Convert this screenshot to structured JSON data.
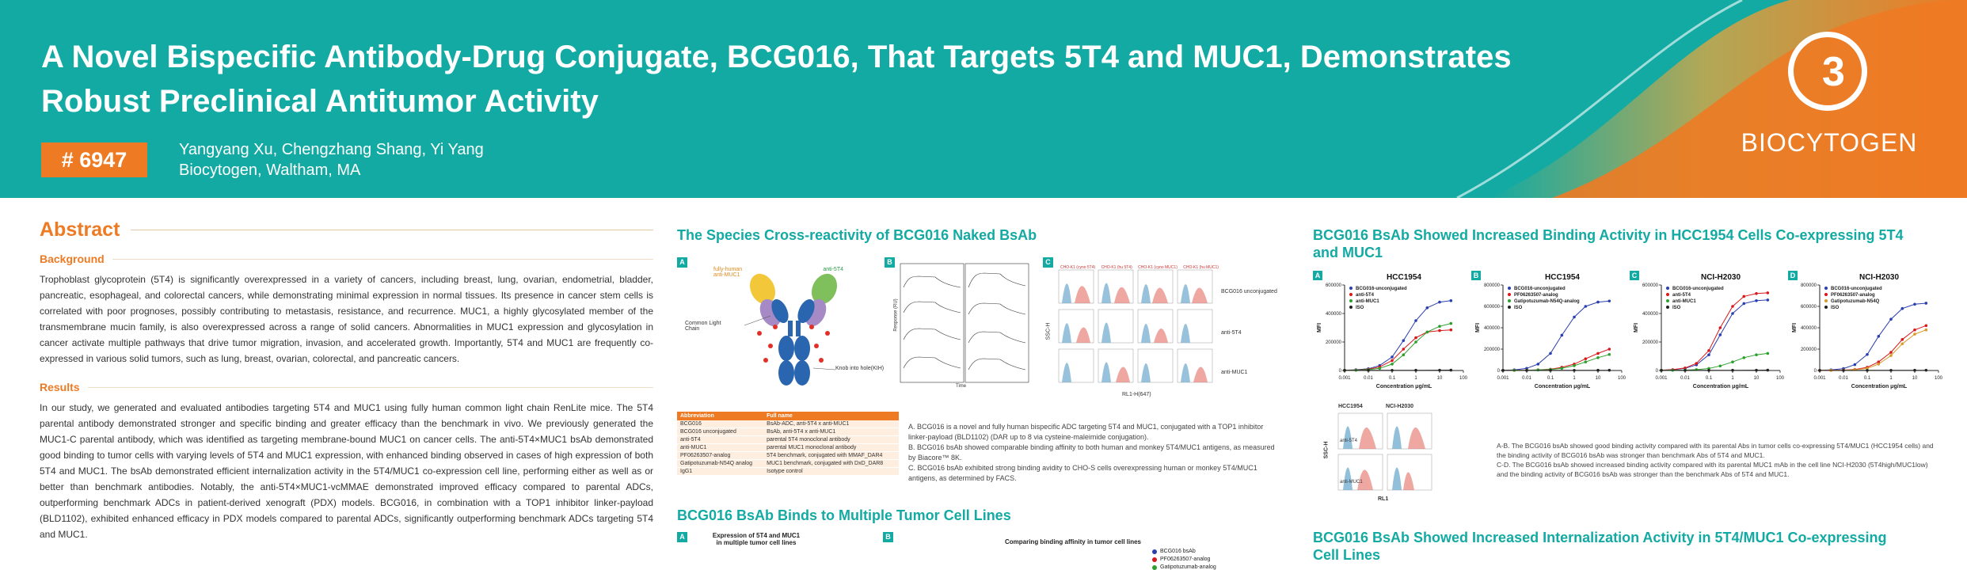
{
  "header": {
    "title_line1": "A Novel Bispecific Antibody-Drug Conjugate, BCG016, That Targets 5T4 and MUC1, Demonstrates",
    "title_line2": "Robust Preclinical Antitumor Activity",
    "badge": "# 6947",
    "authors": "Yangyang Xu, Chengzhang Shang, Yi Yang",
    "affiliation": "Biocytogen, Waltham, MA",
    "logo_text": "BIOCYTOGEN",
    "colors": {
      "teal": "#13aaa3",
      "orange": "#ee7a24"
    }
  },
  "abstract": {
    "heading": "Abstract",
    "background_heading": "Background",
    "background_text": "Trophoblast glycoprotein (5T4) is significantly overexpressed in a variety of cancers, including breast, lung, ovarian, endometrial, bladder, pancreatic, esophageal, and colorectal cancers, while demonstrating minimal expression in normal tissues. Its presence in cancer stem cells is correlated with poor prognoses, possibly contributing to metastasis, resistance, and recurrence. MUC1, a highly glycosylated member of the transmembrane mucin family, is also overexpressed across a range of solid cancers. Abnormalities in MUC1 expression and glycosylation in cancer activate multiple pathways that drive tumor migration, invasion, and accelerated growth. Importantly, 5T4 and MUC1 are frequently co-expressed in various solid tumors, such as lung, breast, ovarian, colorectal, and pancreatic cancers.",
    "results_heading": "Results",
    "results_text": "In our study, we generated and evaluated antibodies targeting 5T4 and MUC1 using fully human common light chain RenLite mice. The 5T4 parental antibody demonstrated stronger and specific binding and greater efficacy than the benchmark in vivo. We previously generated the MUC1-C parental antibody, which was identified as targeting membrane-bound MUC1 on cancer cells. The anti-5T4×MUC1 bsAb demonstrated good binding to tumor cells with varying levels of 5T4 and MUC1 expression, with enhanced binding observed in cases of high expression of both 5T4 and MUC1. The bsAb demonstrated efficient internalization activity in the 5T4/MUC1 co-expression cell line, performing either as well as or better than benchmark antibodies. Notably, the anti-5T4×MUC1-vcMMAE demonstrated improved efficacy compared to parental ADCs, outperforming benchmark ADCs in patient-derived xenograft (PDX) models. BCG016, in combination with a TOP1 inhibitor linker-payload (BLD1102), exhibited enhanced efficacy in PDX models compared to parental ADCs, significantly outperforming benchmark ADCs targeting 5T4 and MUC1."
  },
  "species": {
    "title": "The Species Cross-reactivity of BCG016 Naked BsAb",
    "panel_a": {
      "label": "A",
      "left_arm": "fully-human anti-MUC1",
      "right_arm": "anti-5T4",
      "light_chain": "Common Light Chain",
      "knob": "Knob into hole(KIH)"
    },
    "panel_b": {
      "label": "B",
      "xlabel": "Time",
      "ylabel": "Response (RU)"
    },
    "panel_c": {
      "label": "C",
      "rows": [
        "BCG016 unconjugated",
        "anti-5T4",
        "anti-MUC1"
      ],
      "xlabel": "RL1-H(647)",
      "ylabel": "SSC-H",
      "cols": [
        "CHO-K1 (cyno 5T4)",
        "CHO-K1 (hu 5T4)",
        "CHO-K1 (cyno MUC1)",
        "CHO-K1 (hu MUC1)"
      ]
    },
    "table": {
      "headers": [
        "Abbreviation",
        "Full name"
      ],
      "rows": [
        [
          "BCG016",
          "BsAb-ADC, anti-5T4 x anti-MUC1"
        ],
        [
          "BCG016 unconjugated",
          "BsAb, anti-5T4 x anti-MUC1"
        ],
        [
          "anti-5T4",
          "parental 5T4 monoclonal antibody"
        ],
        [
          "anti-MUC1",
          "parental MUC1 monoclonal antibody"
        ],
        [
          "PF06263507-analog",
          "5T4 benchmark, conjugated with MMAF_DAR4"
        ],
        [
          "Gatipotuzumab-N54Q analog",
          "MUC1 benchmark, conjugated with DxD_DAR8"
        ],
        [
          "IgG1",
          "Isotype control"
        ]
      ]
    },
    "caption_a": "A. BCG016 is a novel and fully human bispecific ADC targeting 5T4 and MUC1, conjugated with a TOP1 inhibitor linker-payload (BLD1102) (DAR up to 8 via cysteine-maleimide conjugation).",
    "caption_b": "B. BCG016 bsAb showed comparable binding affinity to both human and monkey 5T4/MUC1 antigens, as measured by Biacore™ 8K.",
    "caption_c": "C. BCG016 bsAb exhibited strong binding avidity to CHO-S cells overexpressing human or monkey 5T4/MUC1 antigens, as determined by FACS."
  },
  "tumor": {
    "title": "BCG016 BsAb Binds to Multiple Tumor Cell Lines",
    "panel_a": {
      "label": "A",
      "title_l1": "Expression of 5T4 and MUC1",
      "title_l2": "in multiple tumor cell lines"
    },
    "panel_b": {
      "label": "B",
      "title": "Comparing binding affinity in tumor cell lines",
      "legend": [
        "BCG016 bsAb",
        "PF06263507-analog",
        "Gatipotuzumab-analog"
      ]
    }
  },
  "binding": {
    "title_l1": "BCG016 BsAb Showed Increased Binding Activity in HCC1954 Cells Co-expressing 5T4",
    "title_l2": "and MUC1",
    "xlabel": "Concentration μg/mL",
    "ylabel": "MFI",
    "flow_cells": [
      "HCC1954",
      "NCI-H2030"
    ],
    "flow_labels": [
      "anti-5T4",
      "anti-MUC1"
    ],
    "flow_xlabel": "RL1",
    "flow_ylabel": "SSC-H",
    "caption_ab": "A-B. The BCG016 bsAb showed good binding activity compared with its parental Abs in tumor cells co-expressing 5T4/MUC1 (HCC1954 cells) and the binding activity of BCG016 bsAb was stronger than benchmark Abs of 5T4 and MUC1.",
    "caption_cd": "C-D. The BCG016 bsAb showed increased binding activity compared with its parental MUC1 mAb in the cell line NCI-H2030 (5T4high/MUC1low) and the binding activity of BCG016 bsAb was stronger than the benchmark Abs of 5T4 and MUC1."
  },
  "chart_data": [
    {
      "type": "scatter",
      "label": "A",
      "title": "HCC1954",
      "xlabel": "Concentration μg/mL",
      "ylabel": "MFI",
      "xscale": "log",
      "xlim": [
        0.001,
        100
      ],
      "ylim": [
        0,
        600000
      ],
      "yticks": [
        0,
        200000,
        400000,
        600000
      ],
      "xticks": [
        0.001,
        0.01,
        0.1,
        1,
        10,
        100
      ],
      "series": [
        {
          "name": "BCG016-unconjugated",
          "color": "#2a3fae",
          "x": [
            0.001,
            0.003,
            0.01,
            0.03,
            0.1,
            0.3,
            1,
            3,
            10,
            30
          ],
          "y": [
            2000,
            5000,
            12000,
            35000,
            95000,
            210000,
            350000,
            440000,
            480000,
            490000
          ]
        },
        {
          "name": "anti-5T4",
          "color": "#d7191c",
          "x": [
            0.001,
            0.003,
            0.01,
            0.03,
            0.1,
            0.3,
            1,
            3,
            10,
            30
          ],
          "y": [
            1000,
            3000,
            9000,
            25000,
            70000,
            150000,
            230000,
            270000,
            280000,
            285000
          ]
        },
        {
          "name": "anti-MUC1",
          "color": "#2ca02c",
          "x": [
            0.001,
            0.003,
            0.01,
            0.03,
            0.1,
            0.3,
            1,
            3,
            10,
            30
          ],
          "y": [
            1000,
            2000,
            6000,
            15000,
            45000,
            110000,
            200000,
            270000,
            310000,
            330000
          ]
        },
        {
          "name": "ISO",
          "color": "#222222",
          "x": [
            0.001,
            0.01,
            0.1,
            1,
            10,
            30
          ],
          "y": [
            1000,
            1000,
            1200,
            1500,
            2000,
            2500
          ]
        }
      ]
    },
    {
      "type": "scatter",
      "label": "B",
      "title": "HCC1954",
      "xlabel": "Concentration μg/mL",
      "ylabel": "MFI",
      "xscale": "log",
      "xlim": [
        0.001,
        100
      ],
      "ylim": [
        0,
        800000
      ],
      "yticks": [
        0,
        200000,
        400000,
        600000,
        800000
      ],
      "xticks": [
        0.001,
        0.01,
        0.1,
        1,
        10,
        100
      ],
      "series": [
        {
          "name": "BCG016-unconjugated",
          "color": "#2a3fae",
          "x": [
            0.001,
            0.003,
            0.01,
            0.03,
            0.1,
            0.3,
            1,
            3,
            10,
            30
          ],
          "y": [
            2000,
            6000,
            20000,
            60000,
            160000,
            330000,
            500000,
            600000,
            640000,
            650000
          ]
        },
        {
          "name": "PF06263507-analog",
          "color": "#d7191c",
          "x": [
            0.001,
            0.003,
            0.01,
            0.03,
            0.1,
            0.3,
            1,
            3,
            10,
            30
          ],
          "y": [
            1000,
            2000,
            3000,
            6000,
            12000,
            30000,
            60000,
            110000,
            160000,
            200000
          ]
        },
        {
          "name": "Gatipotuzumab-N54Q-analog",
          "color": "#2ca02c",
          "x": [
            0.001,
            0.003,
            0.01,
            0.03,
            0.1,
            0.3,
            1,
            3,
            10,
            30
          ],
          "y": [
            1000,
            1500,
            2500,
            5000,
            9000,
            20000,
            45000,
            80000,
            120000,
            150000
          ]
        },
        {
          "name": "ISO",
          "color": "#222222",
          "x": [
            0.001,
            0.01,
            0.1,
            1,
            10,
            30
          ],
          "y": [
            1000,
            1000,
            1200,
            1500,
            2000,
            2500
          ]
        }
      ]
    },
    {
      "type": "scatter",
      "label": "C",
      "title": "NCI-H2030",
      "xlabel": "Concentration μg/mL",
      "ylabel": "MFI",
      "xscale": "log",
      "xlim": [
        0.001,
        100
      ],
      "ylim": [
        0,
        600000
      ],
      "yticks": [
        0,
        200000,
        400000,
        600000
      ],
      "xticks": [
        0.001,
        0.01,
        0.1,
        1,
        10,
        100
      ],
      "series": [
        {
          "name": "BCG016-unconjugated",
          "color": "#2a3fae",
          "x": [
            0.001,
            0.003,
            0.01,
            0.03,
            0.1,
            0.3,
            1,
            3,
            10,
            30
          ],
          "y": [
            2000,
            5000,
            15000,
            40000,
            110000,
            250000,
            400000,
            470000,
            490000,
            495000
          ]
        },
        {
          "name": "anti-5T4",
          "color": "#d7191c",
          "x": [
            0.001,
            0.003,
            0.01,
            0.03,
            0.1,
            0.3,
            1,
            3,
            10,
            30
          ],
          "y": [
            2000,
            6000,
            18000,
            50000,
            140000,
            300000,
            450000,
            520000,
            540000,
            545000
          ]
        },
        {
          "name": "anti-MUC1",
          "color": "#2ca02c",
          "x": [
            0.001,
            0.003,
            0.01,
            0.03,
            0.1,
            0.3,
            1,
            3,
            10,
            30
          ],
          "y": [
            1000,
            1500,
            3000,
            6000,
            14000,
            32000,
            60000,
            90000,
            110000,
            120000
          ]
        },
        {
          "name": "ISO",
          "color": "#222222",
          "x": [
            0.001,
            0.01,
            0.1,
            1,
            10,
            30
          ],
          "y": [
            1000,
            1000,
            1200,
            1500,
            2000,
            2500
          ]
        }
      ]
    },
    {
      "type": "scatter",
      "label": "D",
      "title": "NCI-H2030",
      "xlabel": "Concentration μg/mL",
      "ylabel": "MFI",
      "xscale": "log",
      "xlim": [
        0.001,
        100
      ],
      "ylim": [
        0,
        800000
      ],
      "yticks": [
        0,
        200000,
        400000,
        600000,
        800000
      ],
      "xticks": [
        0.001,
        0.01,
        0.1,
        1,
        10,
        100
      ],
      "series": [
        {
          "name": "BCG016-unconjugated",
          "color": "#2a3fae",
          "x": [
            0.001,
            0.003,
            0.01,
            0.03,
            0.1,
            0.3,
            1,
            3,
            10,
            30
          ],
          "y": [
            2000,
            6000,
            18000,
            55000,
            150000,
            320000,
            480000,
            580000,
            620000,
            630000
          ]
        },
        {
          "name": "PF06263507-analog",
          "color": "#d7191c",
          "x": [
            0.001,
            0.003,
            0.01,
            0.03,
            0.1,
            0.3,
            1,
            3,
            10,
            30
          ],
          "y": [
            1000,
            2000,
            4000,
            10000,
            30000,
            80000,
            170000,
            290000,
            380000,
            420000
          ]
        },
        {
          "name": "Gatipotuzumab-N54Q",
          "color": "#d89a2a",
          "x": [
            0.001,
            0.003,
            0.01,
            0.03,
            0.1,
            0.3,
            1,
            3,
            10,
            30
          ],
          "y": [
            1000,
            1500,
            3000,
            7000,
            20000,
            60000,
            140000,
            250000,
            340000,
            380000
          ]
        },
        {
          "name": "ISO",
          "color": "#222222",
          "x": [
            0.001,
            0.01,
            0.1,
            1,
            10,
            30
          ],
          "y": [
            1000,
            1000,
            1200,
            1500,
            2000,
            2500
          ]
        }
      ]
    }
  ],
  "internalization": {
    "title_l1": "BCG016 BsAb Showed Increased Internalization Activity in 5T4/MUC1 Co-expressing",
    "title_l2": "Cell Lines"
  }
}
